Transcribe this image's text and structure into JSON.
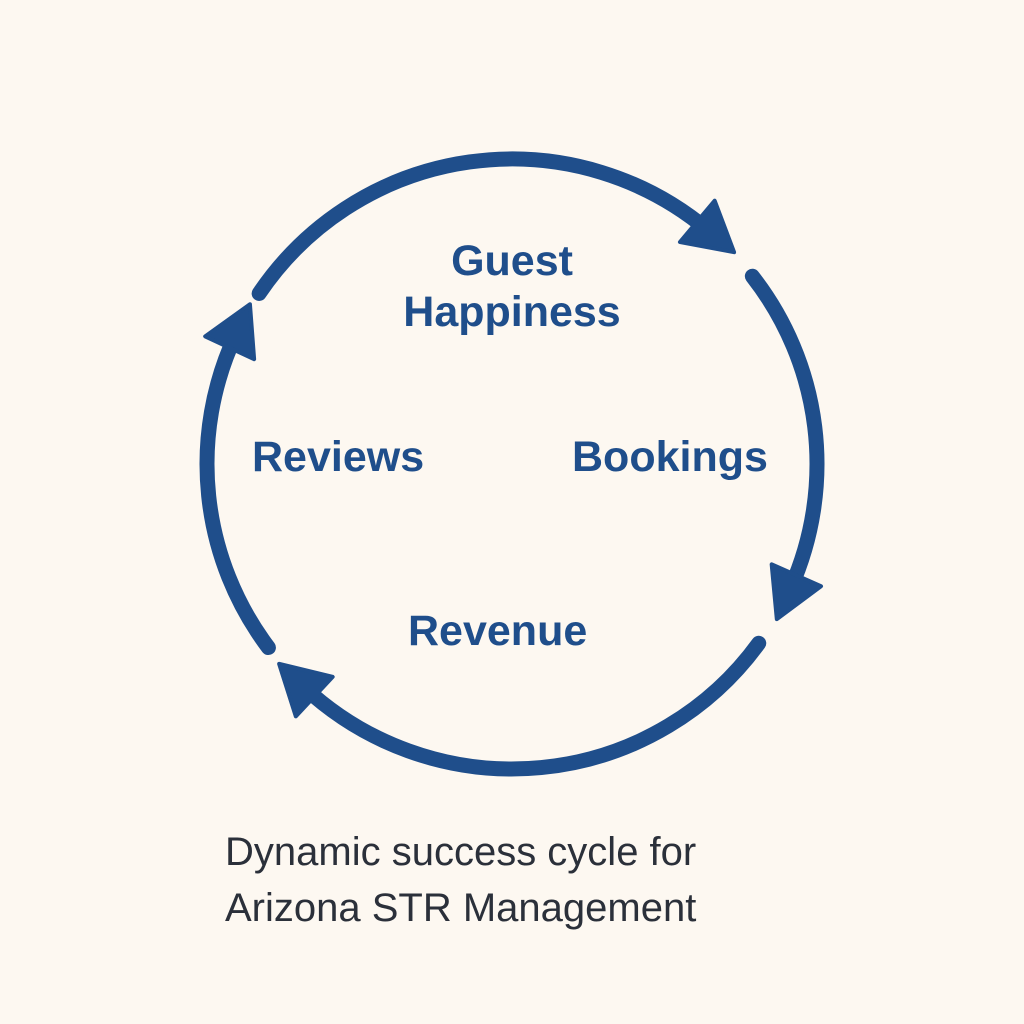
{
  "diagram": {
    "nodes": [
      {
        "id": "guest",
        "label_line1": "Guest",
        "label_line2": "Happiness"
      },
      {
        "id": "bookings",
        "label": "Bookings"
      },
      {
        "id": "revenue",
        "label": "Revenue"
      },
      {
        "id": "reviews",
        "label": "Reviews"
      }
    ],
    "cycle_order": [
      "Guest Happiness",
      "Bookings",
      "Revenue",
      "Reviews"
    ],
    "direction": "clockwise",
    "color": "#1f4e8b"
  },
  "caption": {
    "line1": "Dynamic success cycle for",
    "line2": "Arizona STR Management"
  }
}
